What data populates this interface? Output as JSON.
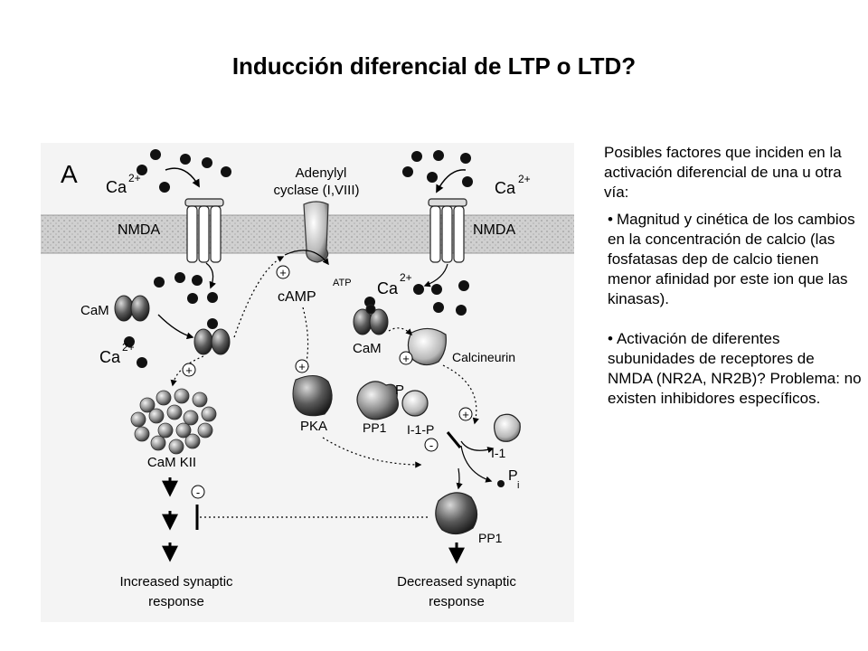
{
  "title": "Inducción diferencial de LTP o LTD?",
  "figure": {
    "panel_label": "A",
    "ca_left_top": "Ca",
    "ca_left_top_sup": "2+",
    "ca_right_top": "Ca",
    "ca_right_top_sup": "2+",
    "adenylyl_line1": "Adenylyl",
    "adenylyl_line2": "cyclase (I,VIII)",
    "nmda_left": "NMDA",
    "nmda_right": "NMDA",
    "cam_left": "CaM",
    "ca_left_mid": "Ca",
    "ca_left_mid_sup": "2+",
    "atp": "ATP",
    "camp": "cAMP",
    "ca_right_mid": "Ca",
    "ca_right_mid_sup": "2+",
    "cam_right": "CaM",
    "calcineurin": "Calcineurin",
    "pka": "PKA",
    "pp1_left": "PP1",
    "p_label": "P",
    "i1p": "I-1-P",
    "i1": "I-1",
    "pi": "P",
    "pi_sub": "i",
    "camkii": "CaM KII",
    "pp1_bottom": "PP1",
    "increased_line1": "Increased synaptic",
    "increased_line2": "response",
    "decreased_line1": "Decreased synaptic",
    "decreased_line2": "response",
    "plus": "+",
    "minus": "-"
  },
  "sidebar": {
    "intro": "Posibles factores que inciden en la activación diferencial de una u otra vía:",
    "bullet_marker": "•",
    "bullets": [
      "Magnitud y cinética de los cambios en la concentración de calcio (las fosfatasas dep de calcio tienen menor afinidad por este ion que las kinasas).",
      "Activación de diferentes subunidades de receptores de NMDA (NR2A, NR2B)? Problema: no existen inhibidores específicos."
    ]
  }
}
